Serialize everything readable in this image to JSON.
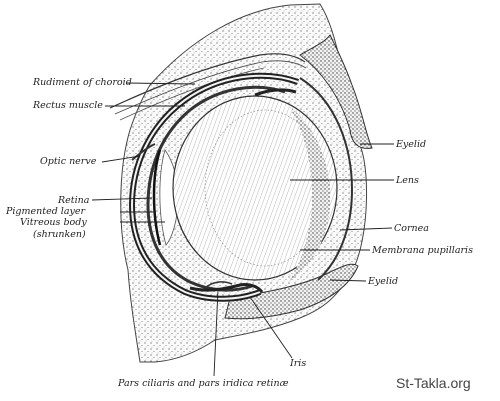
{
  "labels": {
    "rudiment_of_choroid": "Rudiment of choroid",
    "rectus_muscle": "Rectus muscle",
    "optic_nerve": "Optic nerve",
    "retina": "Retina",
    "pigmented_layer": "Pigmented layer",
    "vitreous_body_1": "Vitreous body",
    "vitreous_body_2": "(shrunken)",
    "eyelid_upper": "Eyelid",
    "lens": "Lens",
    "cornea": "Cornea",
    "membrana_pupillaris": "Membrana pupillaris",
    "eyelid_lower": "Eyelid",
    "iris": "Iris",
    "pars_ciliaris": "Pars ciliaris and pars iridica retinæ"
  },
  "watermark": "St-Takla.org"
}
